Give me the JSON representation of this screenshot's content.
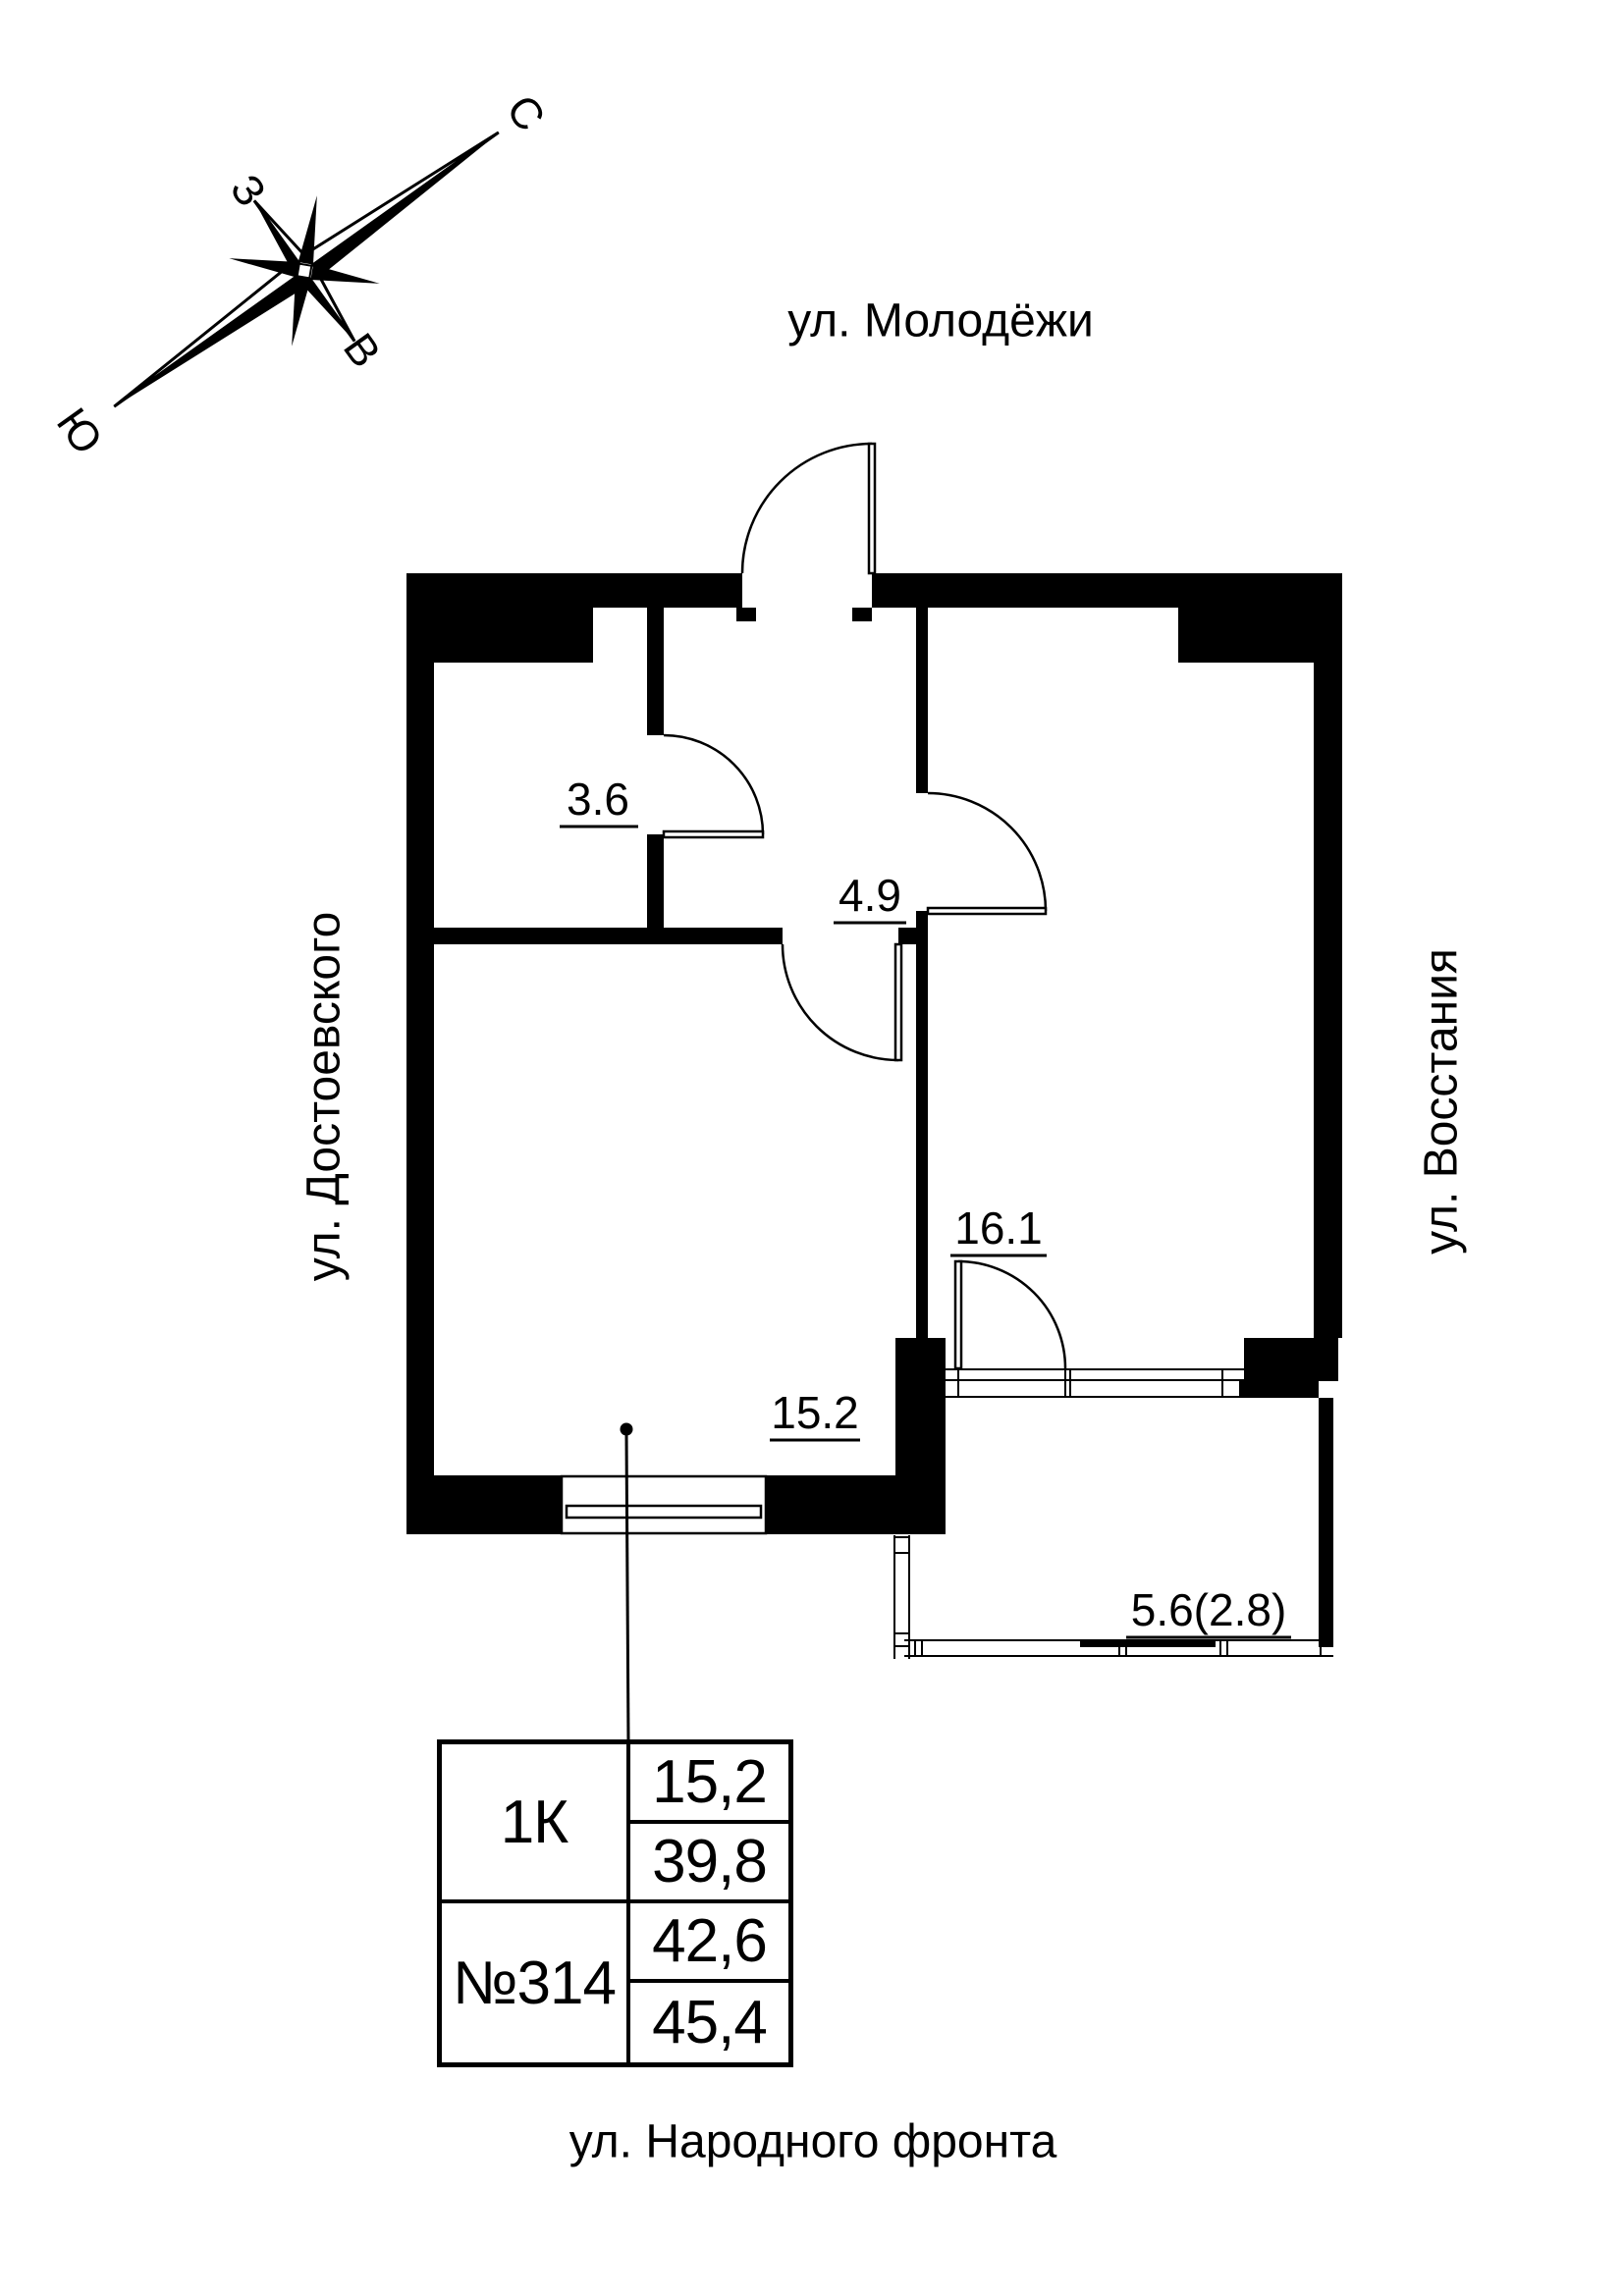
{
  "compass": {
    "north_label": "С",
    "south_label": "Ю",
    "west_label": "З",
    "east_label": "В"
  },
  "streets": {
    "top": "ул. Молодёжи",
    "left": "ул. Достоевского",
    "right": "ул. Восстания",
    "bottom": "ул. Народного фронта"
  },
  "rooms": [
    {
      "name": "room-3-6",
      "area_label": "3.6"
    },
    {
      "name": "room-4-9",
      "area_label": "4.9"
    },
    {
      "name": "room-16-1",
      "area_label": "16.1"
    },
    {
      "name": "room-15-2",
      "area_label": "15.2"
    },
    {
      "name": "balcony",
      "area_label": "5.6(2.8)"
    }
  ],
  "info_table": {
    "type_label": "1К",
    "number_label": "№314",
    "values": [
      "15,2",
      "39,8",
      "42,6",
      "45,4"
    ]
  },
  "colors": {
    "ink": "#000000",
    "background": "#ffffff"
  }
}
